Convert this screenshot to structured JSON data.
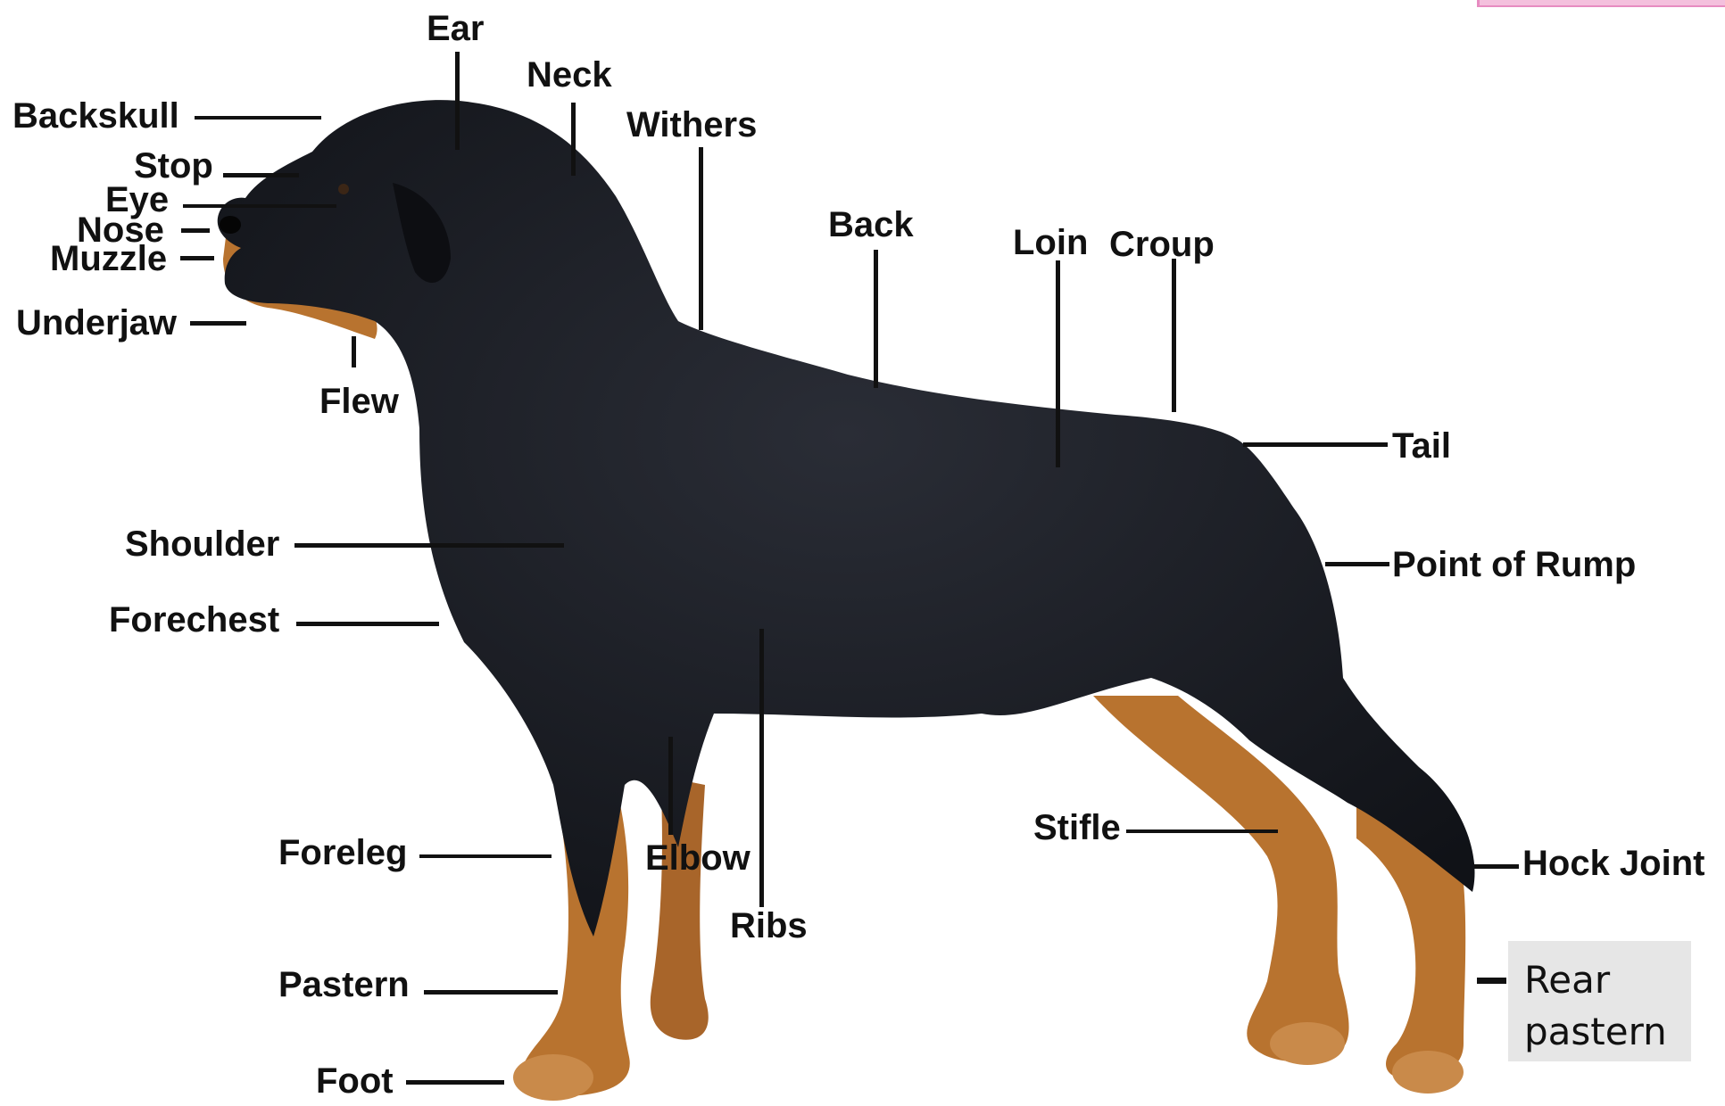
{
  "labels": {
    "ear": "Ear",
    "neck": "Neck",
    "withers": "Withers",
    "backskull": "Backskull",
    "stop": "Stop",
    "eye": "Eye",
    "nose": "Nose",
    "muzzle": "Muzzle",
    "underjaw": "Underjaw",
    "flew": "Flew",
    "back": "Back",
    "loin": "Loin",
    "croup": "Croup",
    "tail": "Tail",
    "shoulder": "Shoulder",
    "point_of_rump": "Point of Rump",
    "forechest": "Forechest",
    "stifle": "Stifle",
    "foreleg": "Foreleg",
    "elbow": "Elbow",
    "hock_joint": "Hock Joint",
    "ribs": "Ribs",
    "pastern": "Pastern",
    "foot": "Foot"
  },
  "note": {
    "line1": "Rear",
    "line2": "pastern"
  },
  "colors": {
    "coat": "#17191f",
    "tan": "#b06a2c",
    "background": "#ffffff"
  }
}
